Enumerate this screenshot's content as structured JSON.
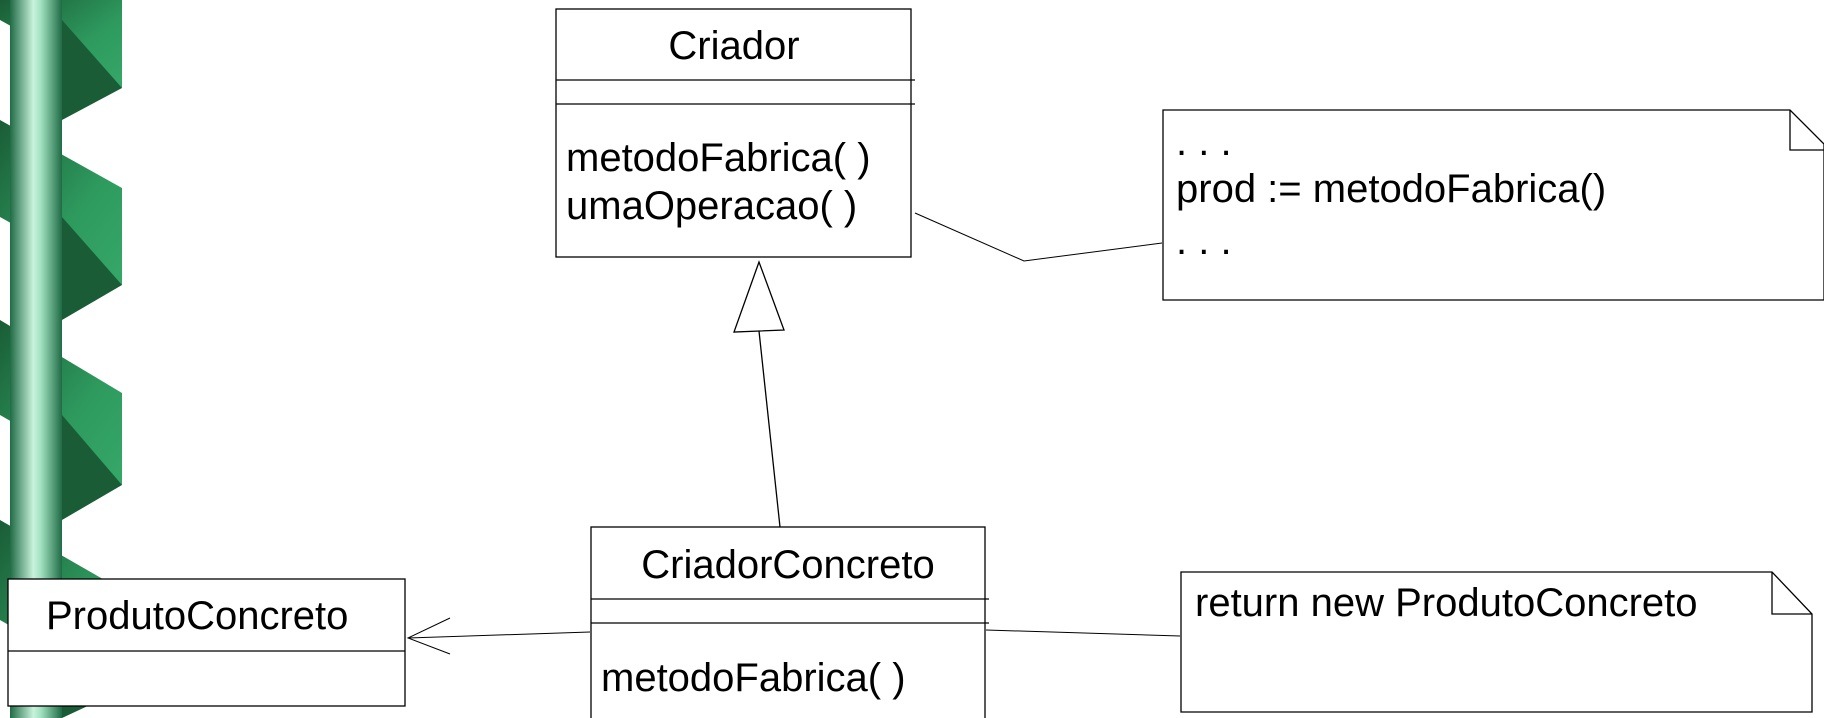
{
  "criador": {
    "name": "Criador",
    "methods": [
      "metodoFabrica( )",
      "umaOperacao( )"
    ]
  },
  "criador_concreto": {
    "name": "CriadorConcreto",
    "methods": [
      "metodoFabrica( )"
    ]
  },
  "produto_concreto": {
    "name": "ProdutoConcreto"
  },
  "note_operacao": {
    "lines": [
      ". . .",
      "prod := metodoFabrica()",
      ". . ."
    ]
  },
  "note_fabrica": {
    "lines": [
      "return new ProdutoConcreto"
    ]
  },
  "colors": {
    "ribbon_dark": "#1e6a3e",
    "ribbon_mid": "#2e9a5e",
    "pole_light": "#bfeed6",
    "pole_dark": "#1f6b45"
  }
}
